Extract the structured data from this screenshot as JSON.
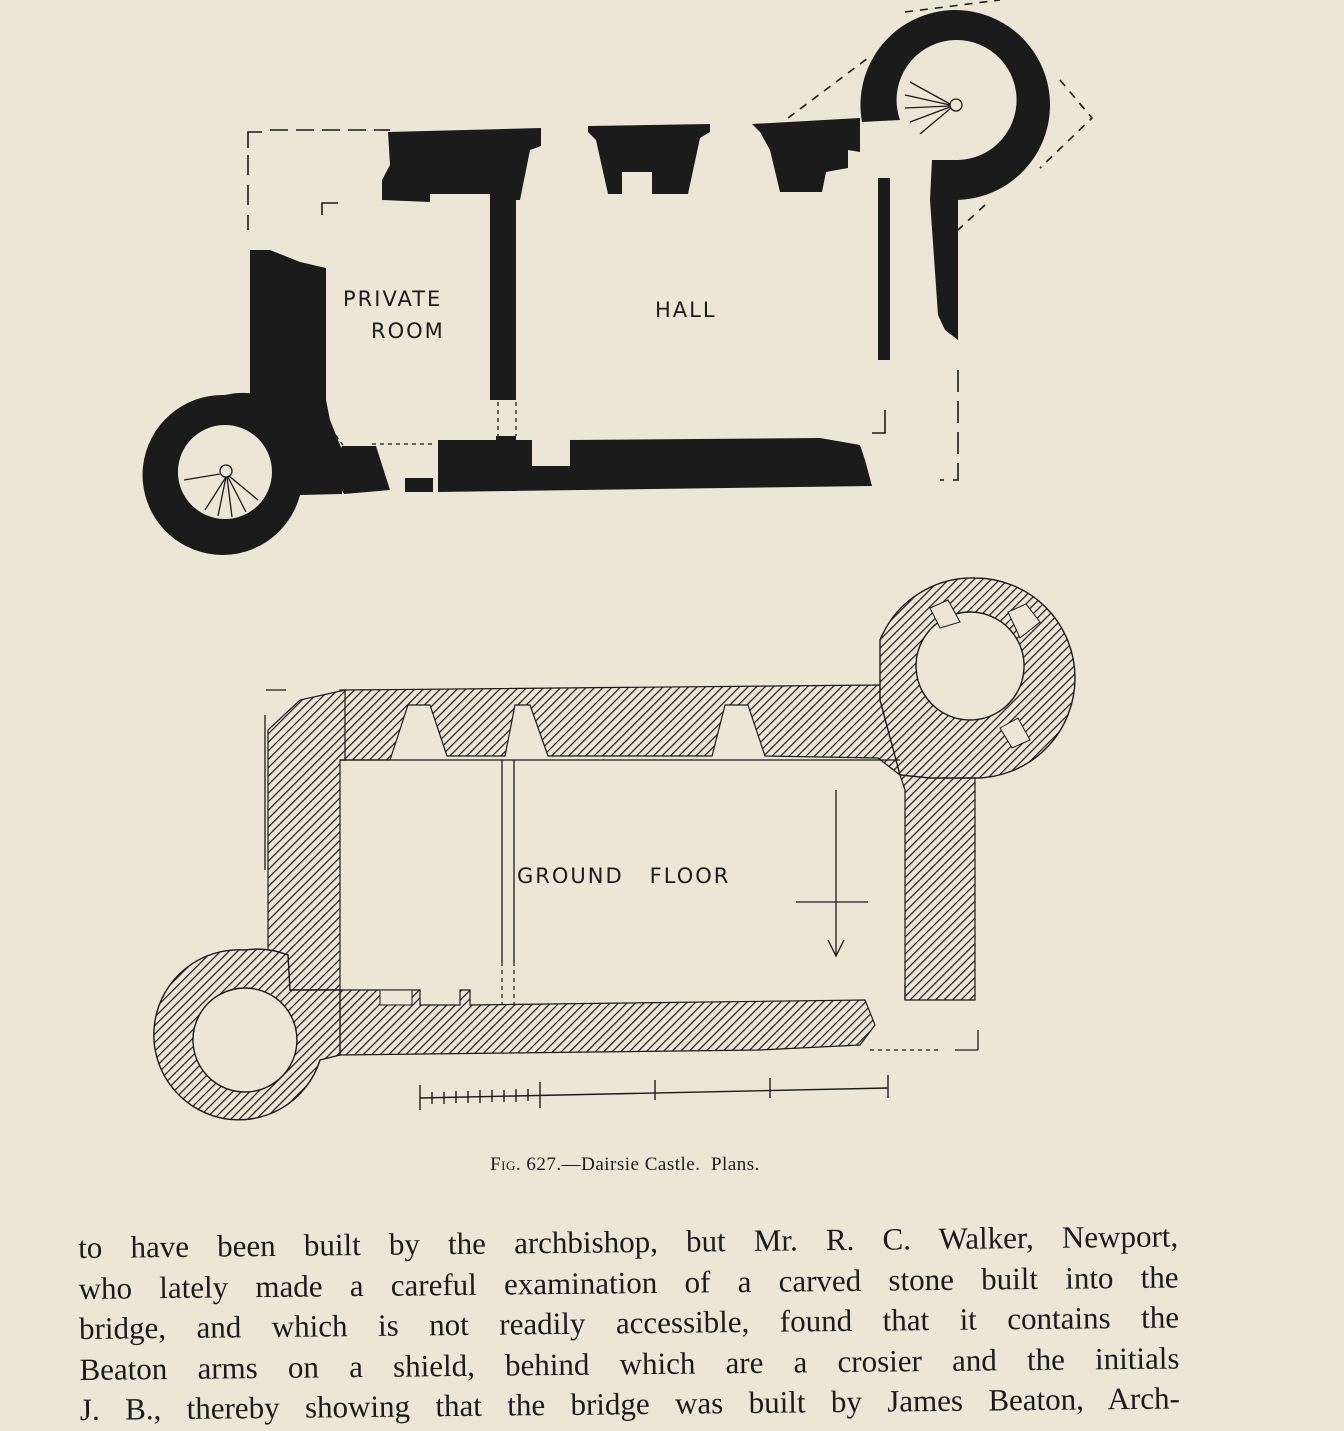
{
  "figure": {
    "number": "Fig. 627.",
    "title": "—Dairsie Castle.",
    "subtitle": "Plans.",
    "labels": {
      "private_room_line1": "PRIVATE",
      "private_room_line2": "ROOM",
      "hall": "HALL",
      "ground_floor": "GROUND   FLOOR"
    }
  },
  "body_text": [
    "to have been built by the archbishop, but Mr. R. C. Walker, Newport,",
    "who lately made a careful examination of a carved stone built into the",
    "bridge, and which is not readily accessible, found that it contains the",
    "Beaton arms on a shield, behind which are a crosier and the initials",
    "J. B., thereby showing that the bridge was built by James Beaton, Arch-"
  ]
}
